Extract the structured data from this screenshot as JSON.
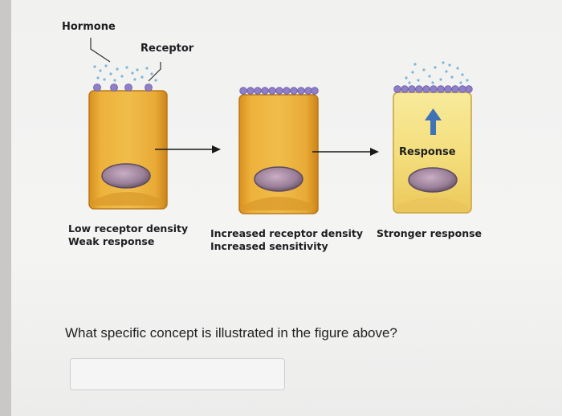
{
  "figure": {
    "hormone_label": "Hormone",
    "receptor_label": "Receptor",
    "response_label": "Response",
    "cell1_caption": [
      "Low receptor density",
      "Weak response"
    ],
    "cell2_caption": [
      "Increased receptor density",
      "Increased sensitivity"
    ],
    "cell3_caption": [
      "Stronger response"
    ]
  },
  "question": {
    "text": "What specific concept is illustrated in the figure above?"
  },
  "answer": {
    "value": "",
    "placeholder": ""
  },
  "colors": {
    "cell": "#e8a832",
    "cell_bright": "#f2dc7a",
    "nucleus": "#9a8099",
    "receptor": "#8f7fc8",
    "hormone": "#7fb6d6",
    "arrow_up": "#3f73b6"
  }
}
